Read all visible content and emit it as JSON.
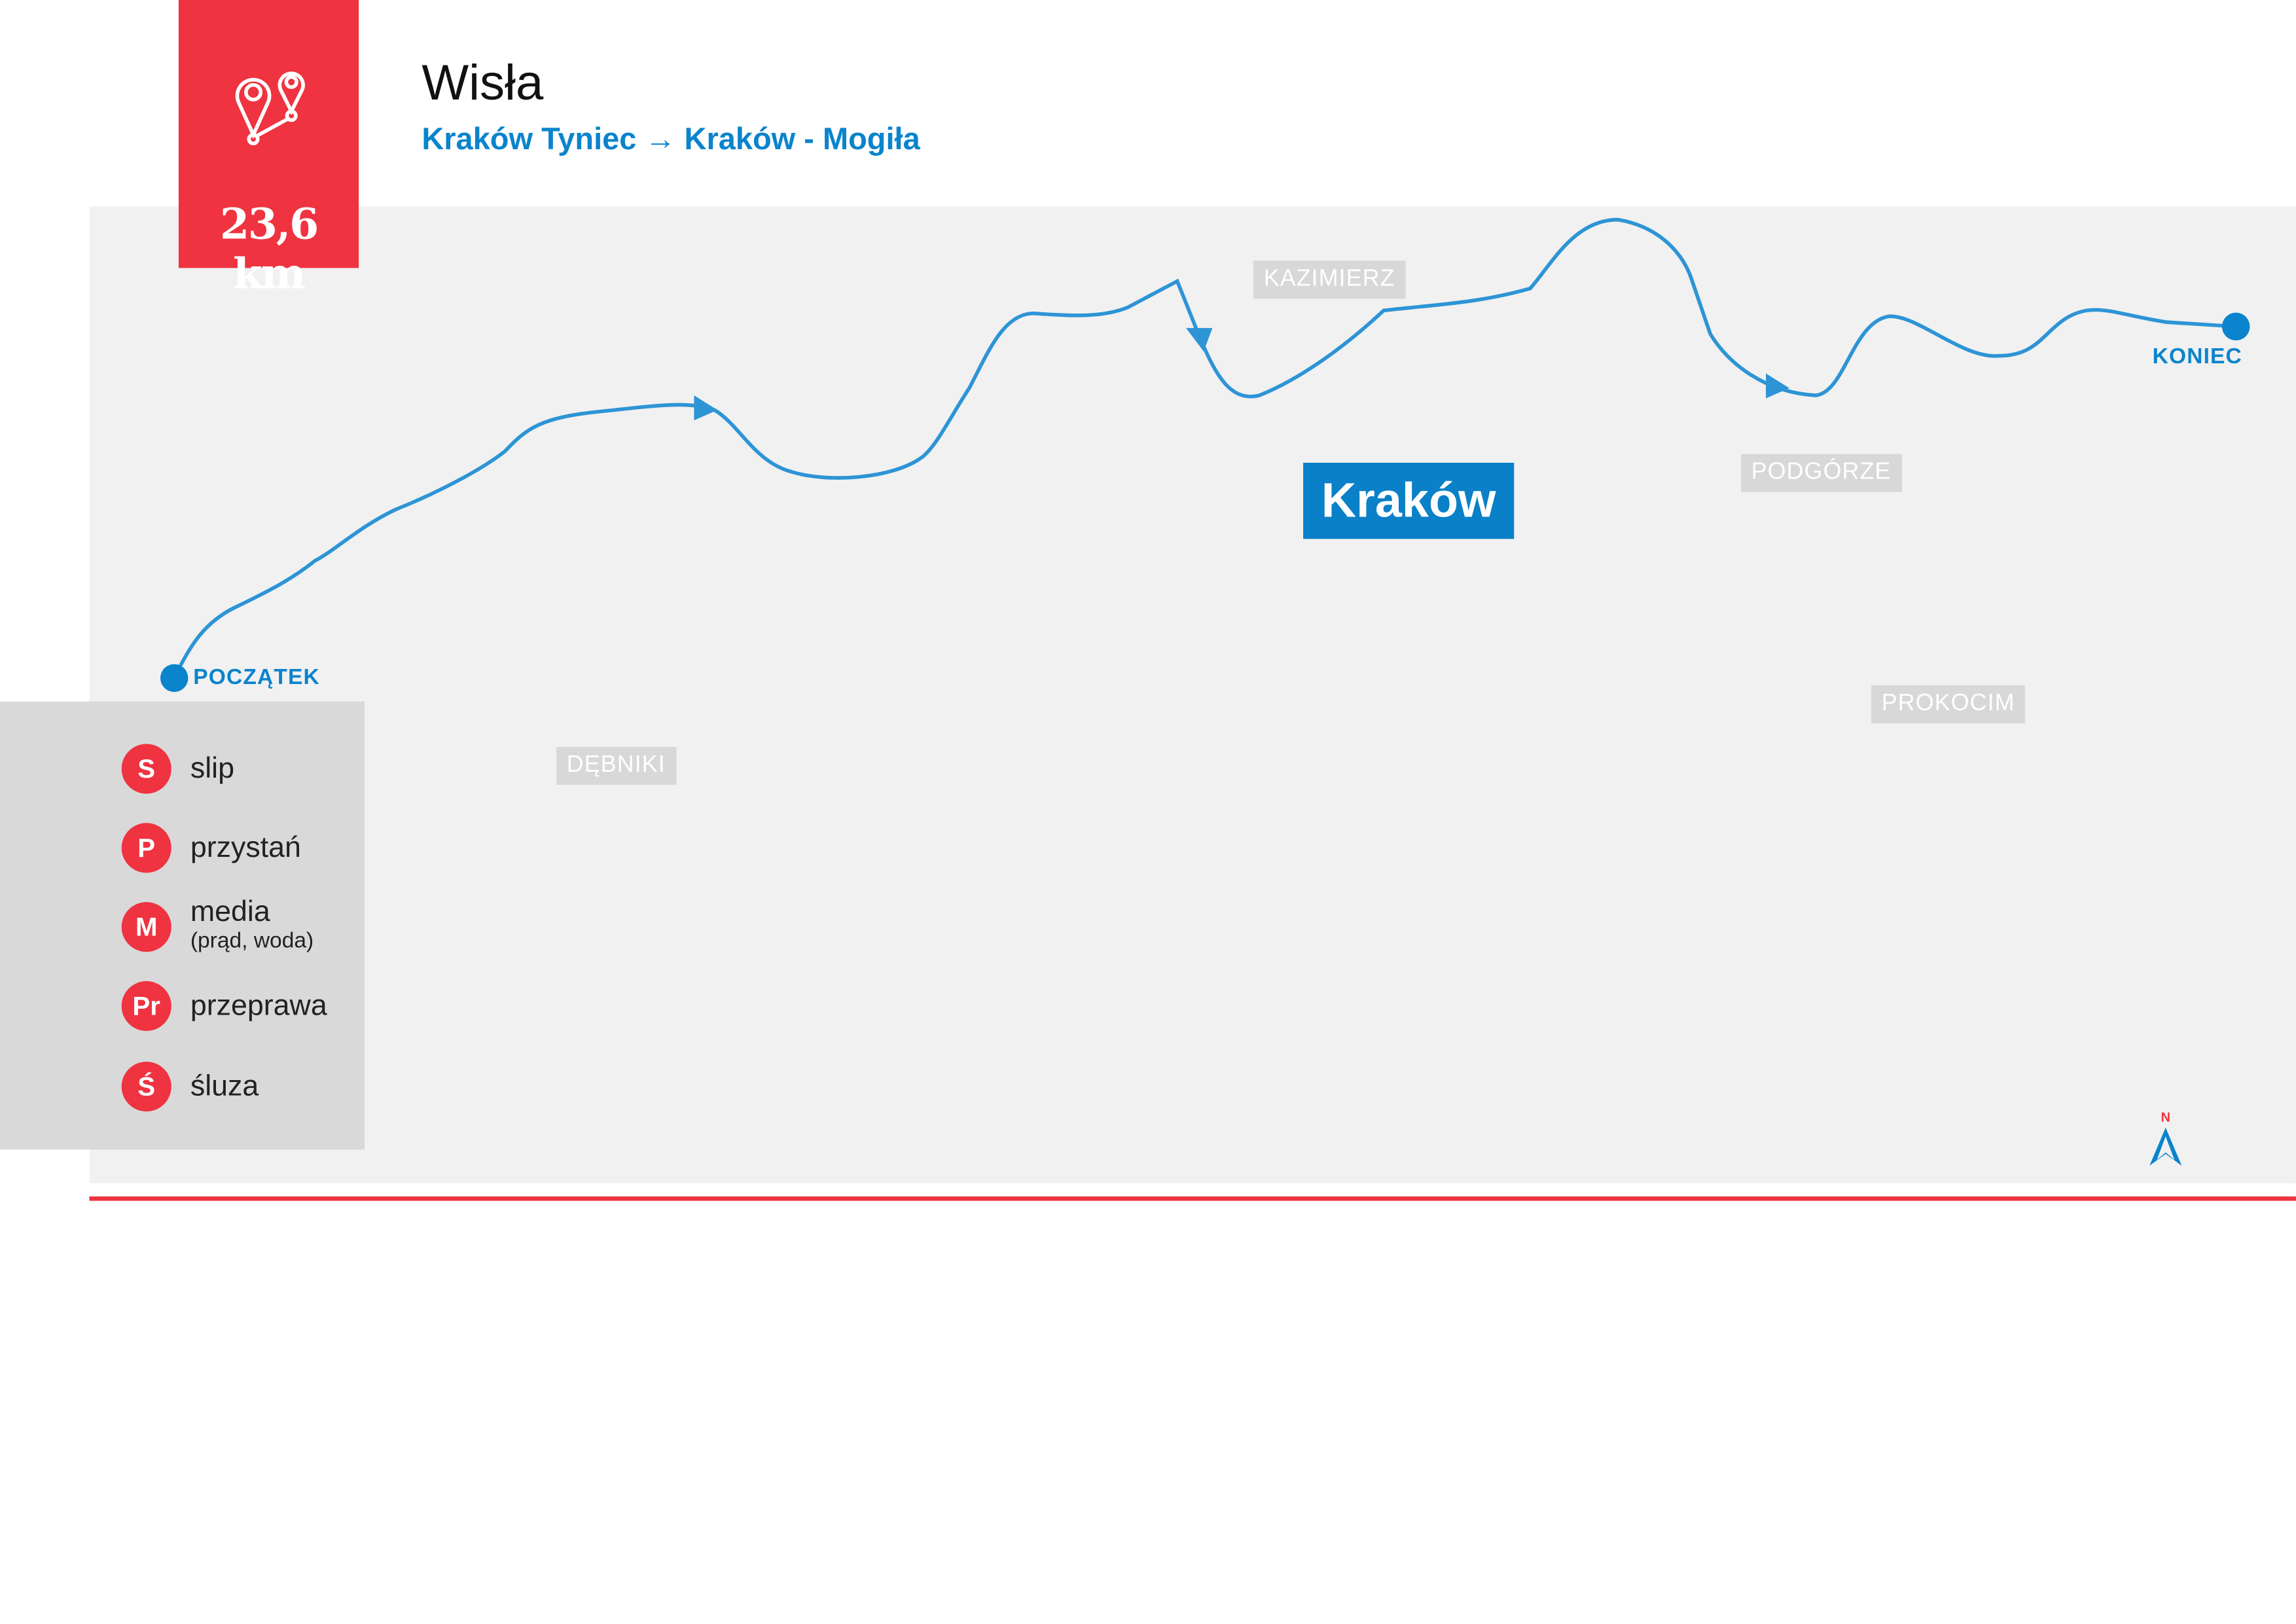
{
  "header": {
    "distance": "23,6 km",
    "title": "Wisła",
    "route": "Kraków Tyniec → Kraków - Mogiła",
    "route_icon": "map-pins-route-icon"
  },
  "map": {
    "city": "Kraków",
    "districts": [
      "KAZIMIERZ",
      "PODGÓRZE",
      "PROKOCIM",
      "DĘBNIKI"
    ],
    "start_label": "POCZĄTEK",
    "end_label": "KONIEC",
    "compass_label": "N"
  },
  "legend": [
    {
      "symbol": "S",
      "label": "slip"
    },
    {
      "symbol": "P",
      "label": "przystań"
    },
    {
      "symbol": "M",
      "label": "media",
      "sub": "(prąd, woda)"
    },
    {
      "symbol": "Pr",
      "label": "przeprawa"
    },
    {
      "symbol": "Ś",
      "label": "śluza"
    }
  ],
  "colors": {
    "accent_red": "#ef3340",
    "river_blue": "#0a84cc",
    "map_bg": "#f1f1f1",
    "legend_bg": "#d9d9d9"
  }
}
